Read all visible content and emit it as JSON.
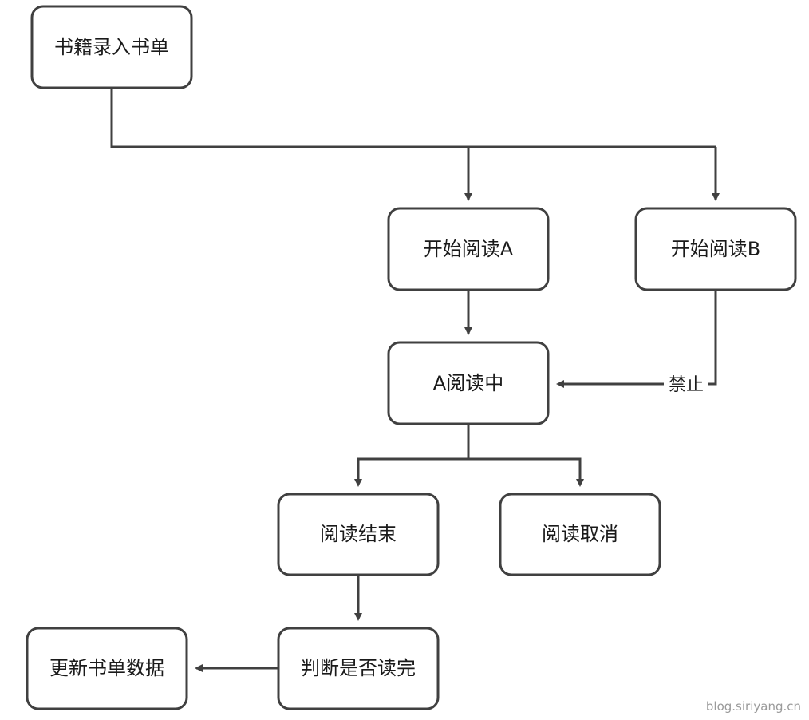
{
  "diagram": {
    "nodes": {
      "entry": "书籍录入书单",
      "start_a": "开始阅读A",
      "start_b": "开始阅读B",
      "reading_a": "A阅读中",
      "read_end": "阅读结束",
      "read_cancel": "阅读取消",
      "check_done": "判断是否读完",
      "update": "更新书单数据"
    },
    "edge_labels": {
      "forbid": "禁止"
    }
  },
  "watermark": "blog.siriyang.cn",
  "colors": {
    "stroke": "#404040",
    "text": "#1a1a1a",
    "background": "#ffffff",
    "watermark": "#9a9a9a"
  }
}
